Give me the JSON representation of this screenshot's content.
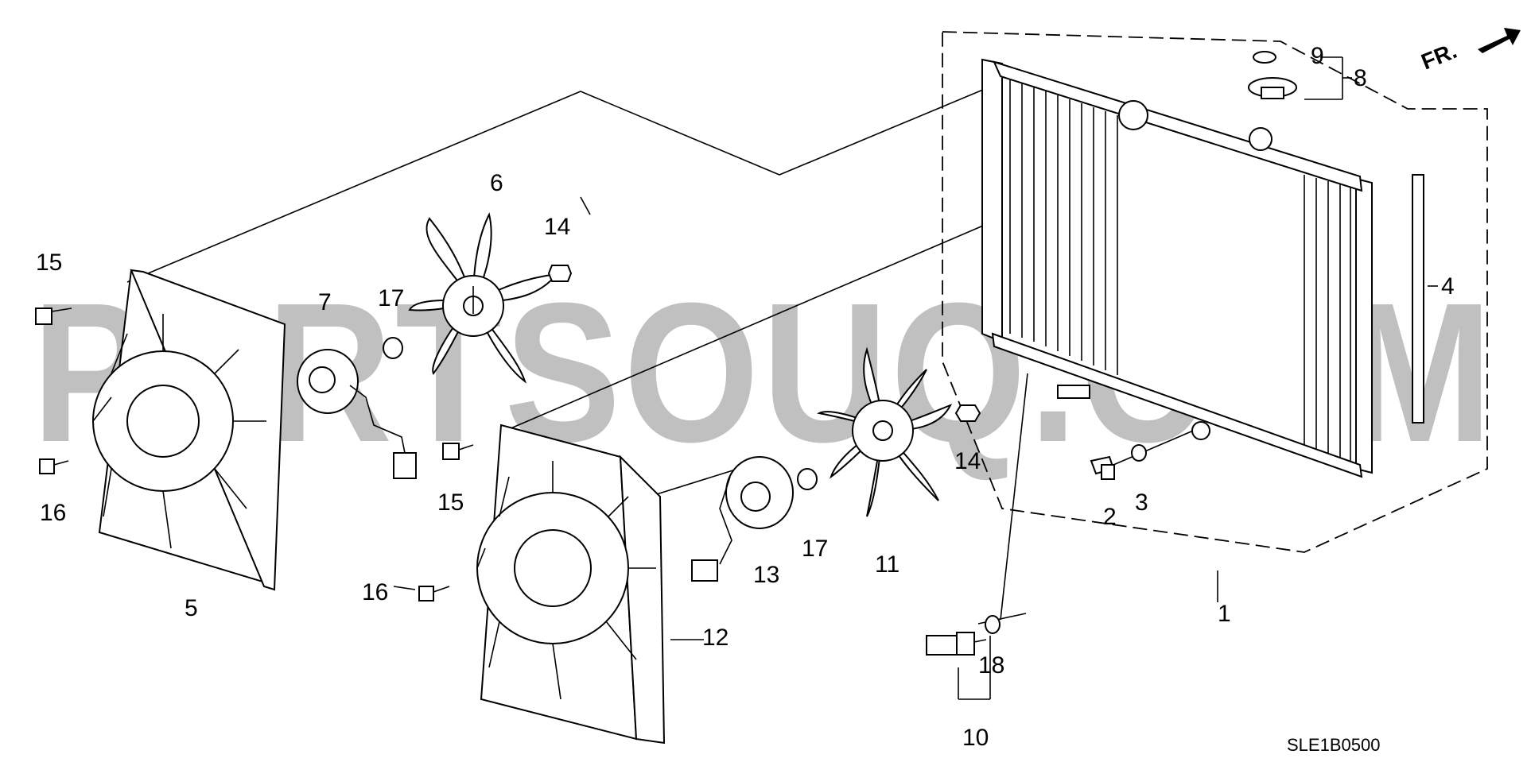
{
  "watermark": "PARTSOUQ.COM",
  "direction_indicator": "FR.",
  "diagram_code": "SLE1B0500",
  "callouts": {
    "c1": "1",
    "c2": "2",
    "c3": "3",
    "c4": "4",
    "c5": "5",
    "c6": "6",
    "c7": "7",
    "c8": "8",
    "c9": "9",
    "c10": "10",
    "c11": "11",
    "c12": "12",
    "c13": "13",
    "c14a": "14",
    "c14b": "14",
    "c15a": "15",
    "c15b": "15",
    "c16a": "16",
    "c16b": "16",
    "c17a": "17",
    "c17b": "17",
    "c18": "18"
  }
}
